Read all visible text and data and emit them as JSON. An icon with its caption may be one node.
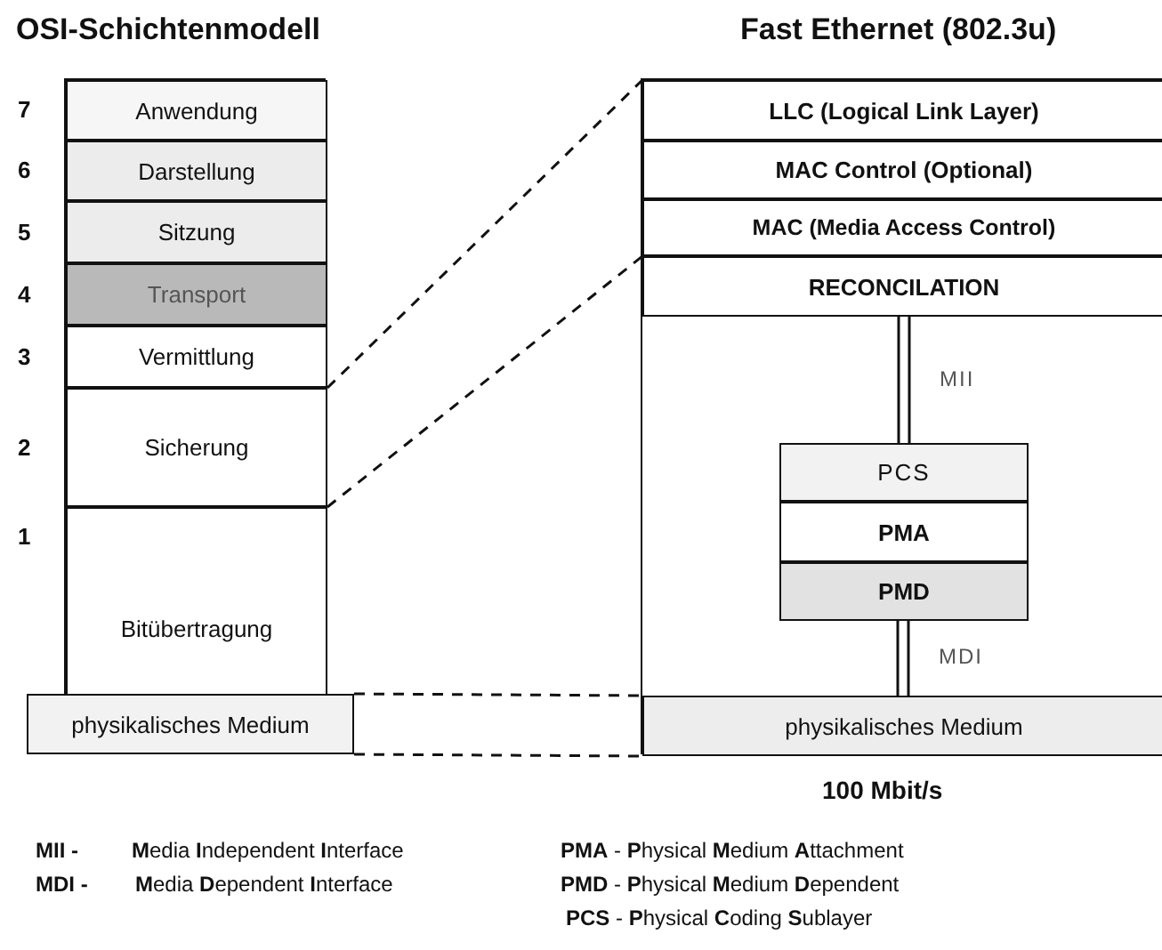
{
  "diagram": {
    "nodes": [
      {
        "text": [
          "OSI-Schichtenmodell"
        ]
      },
      {
        "text": [
          "Anwendung"
        ],
        "in": 0,
        "beside": [
          "7"
        ]
      },
      {
        "text": [
          "Darstellung"
        ],
        "in": 0,
        "beside": [
          "6"
        ]
      },
      {
        "text": [
          "Sitzung"
        ],
        "in": 0,
        "beside": [
          "5"
        ]
      },
      {
        "text": [
          "Transport"
        ],
        "in": 0,
        "beside": [
          "4"
        ]
      },
      {
        "text": [
          "Vermittlung"
        ],
        "in": 0,
        "beside": [
          "3"
        ]
      },
      {
        "text": [
          "Sicherung"
        ],
        "in": 0,
        "beside": [
          "2"
        ]
      },
      {
        "text": [
          "Bitübertragung"
        ],
        "in": 0,
        "beside": [
          "1"
        ]
      },
      {
        "text": [
          "physikalisches Medium"
        ]
      },
      {
        "text": [
          "Fast Ethernet (802.3u)"
        ]
      },
      {
        "text": [
          "LLC (Logical Link Layer)"
        ],
        "in": 9
      },
      {
        "text": [
          "MAC Control (Optional)"
        ],
        "in": 9
      },
      {
        "text": [
          "MAC (Media Access Control)"
        ],
        "in": 9
      },
      {
        "text": [
          "RECONCILATION"
        ],
        "in": 9
      },
      {
        "text": [
          "PCS"
        ],
        "in": 9
      },
      {
        "text": [
          "PMA"
        ],
        "in": 9
      },
      {
        "text": [
          "PMD"
        ],
        "in": 9
      },
      {
        "text": [
          "physikalisches Medium"
        ],
        "in": 9
      }
    ],
    "edges": [
      {
        "from": 5,
        "to": 10,
        "arrow": "none",
        "style": "dashed"
      },
      {
        "from": 6,
        "to": 13,
        "arrow": "none",
        "style": "dashed"
      },
      {
        "from": 13,
        "to": 14,
        "arrow": "none",
        "label": "MII"
      },
      {
        "from": 16,
        "to": 17,
        "arrow": "none",
        "label": "MDI"
      },
      {
        "from": 8,
        "to": 17,
        "arrow": "none",
        "style": "dashed"
      },
      {
        "from": 8,
        "to": 17,
        "arrow": "none",
        "style": "dashed"
      }
    ],
    "labels": [
      "100 Mbit/s",
      "MII -",
      "**M**edia **I**ndependent **I**nterface",
      "**PMA** - **P**hysical **M**edium **A**ttachment",
      "MDI -",
      "**M**edia **D**ependent **I**nterface",
      "**PMD** - **P**hysical **M**edium **D**ependent",
      "**PCS** - **P**hysical **C**oding **S**ublayer"
    ]
  }
}
